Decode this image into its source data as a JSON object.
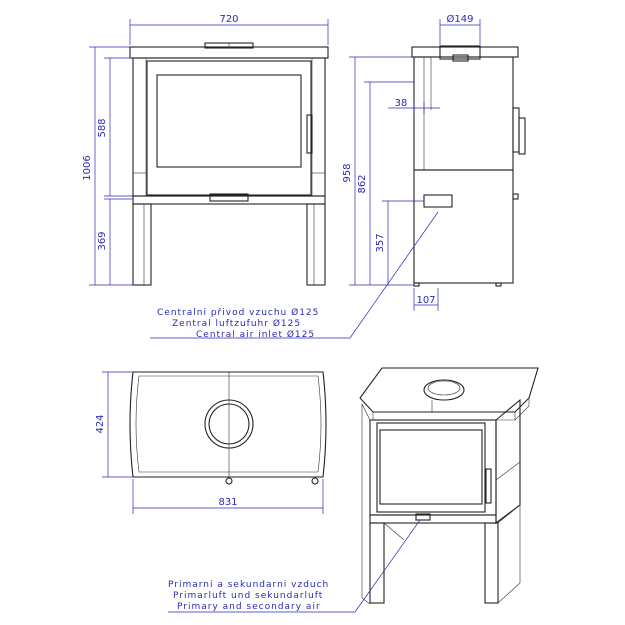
{
  "dimensions": {
    "front_width": "720",
    "front_height": "1006",
    "front_upper": "588",
    "front_lower": "369",
    "side_flue_diameter": "Ø149",
    "side_total": "958",
    "side_outlet": "862",
    "side_flue_offset": "38",
    "side_inlet_height": "357",
    "side_inlet_offset": "107",
    "top_depth": "424",
    "top_width": "831"
  },
  "notes": {
    "central_inlet": [
      "Centralni přivod vzuchu Ø125",
      "Zentral luftzufuhr Ø125",
      "Central air inlet Ø125"
    ],
    "primary_air": [
      "Primarni a sekundarni vzduch",
      "Primarluft und sekundarluft",
      "Primary and secondary air"
    ]
  },
  "colors": {
    "dimension": "#2a2ab8",
    "outline": "#222222"
  }
}
